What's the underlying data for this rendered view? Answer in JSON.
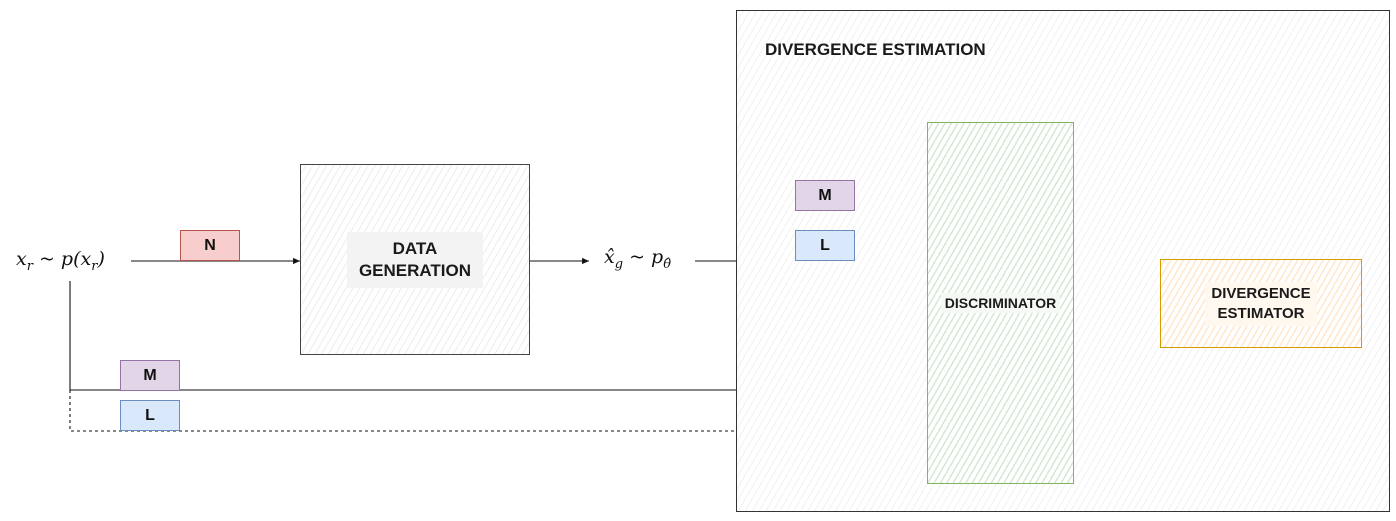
{
  "diagram": {
    "divergence_estimation": {
      "title": "DIVERGENCE ESTIMATION"
    },
    "data_generation": {
      "label": "DATA\nGENERATION"
    },
    "discriminator": {
      "label": "DISCRIMINATOR"
    },
    "divergence_estimator": {
      "label": "DIVERGENCE\nESTIMATOR"
    },
    "real_distribution": {
      "label": "x_r ~ p(x_r)"
    },
    "generated_distribution": {
      "label": "x̂_g ~ p_θ̂"
    },
    "tags": {
      "n": "N",
      "m_top": "M",
      "l_top": "L",
      "m_bottom": "M",
      "l_bottom": "L"
    }
  },
  "colors": {
    "n_fill": "#f8cecc",
    "m_fill": "#e1d5e7",
    "l_fill": "#dae8fc",
    "discriminator_stroke": "#82b366",
    "estimator_stroke": "#d79b00"
  }
}
